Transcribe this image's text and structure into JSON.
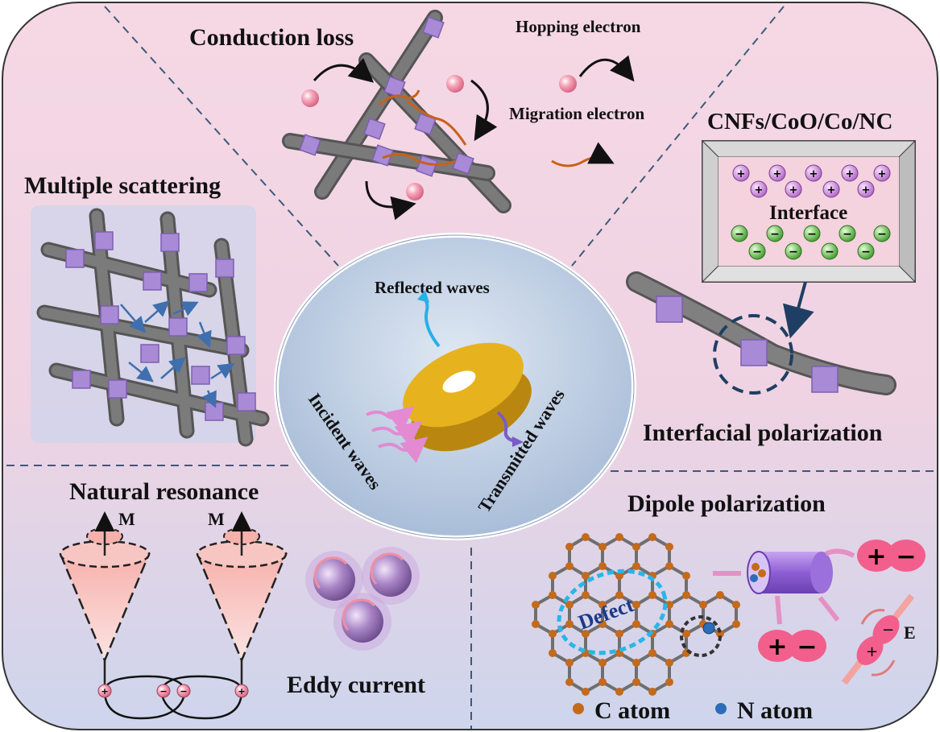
{
  "labels": {
    "conduction_loss": "Conduction loss",
    "hopping_electron": "Hopping electron",
    "migration_electron": "Migration electron",
    "composite": "CNFs/CoO/Co/NC",
    "interface": "Interface",
    "multiple_scattering": "Multiple scattering",
    "reflected_waves": "Reflected waves",
    "incident_waves": "Incident waves",
    "transmitted_waves": "Transmitted waves",
    "interfacial_polarization": "Interfacial polarization",
    "natural_resonance": "Natural resonance",
    "magnetization_symbol": "M",
    "eddy_current": "Eddy current",
    "dipole_polarization": "Dipole polarization",
    "defect": "Defect",
    "c_atom": "C atom",
    "n_atom": "N atom",
    "field_symbol": "E"
  },
  "symbols": {
    "plus": "+",
    "minus": "−"
  },
  "colors": {
    "panel_top": "#f7d9e4",
    "panel_bottom": "#cfd6ec",
    "fiber": "#6f6f6f",
    "cube": "#a98ad6",
    "electron": "#f08fa8",
    "positive_charge": "#d48adf",
    "negative_charge": "#69c14a",
    "carbon_atom": "#c46a1c",
    "nitrogen_atom": "#2d6db8",
    "dipole": "#f25f8d",
    "ring": "#e6b31f",
    "defect_ring": "#28b6e8"
  }
}
